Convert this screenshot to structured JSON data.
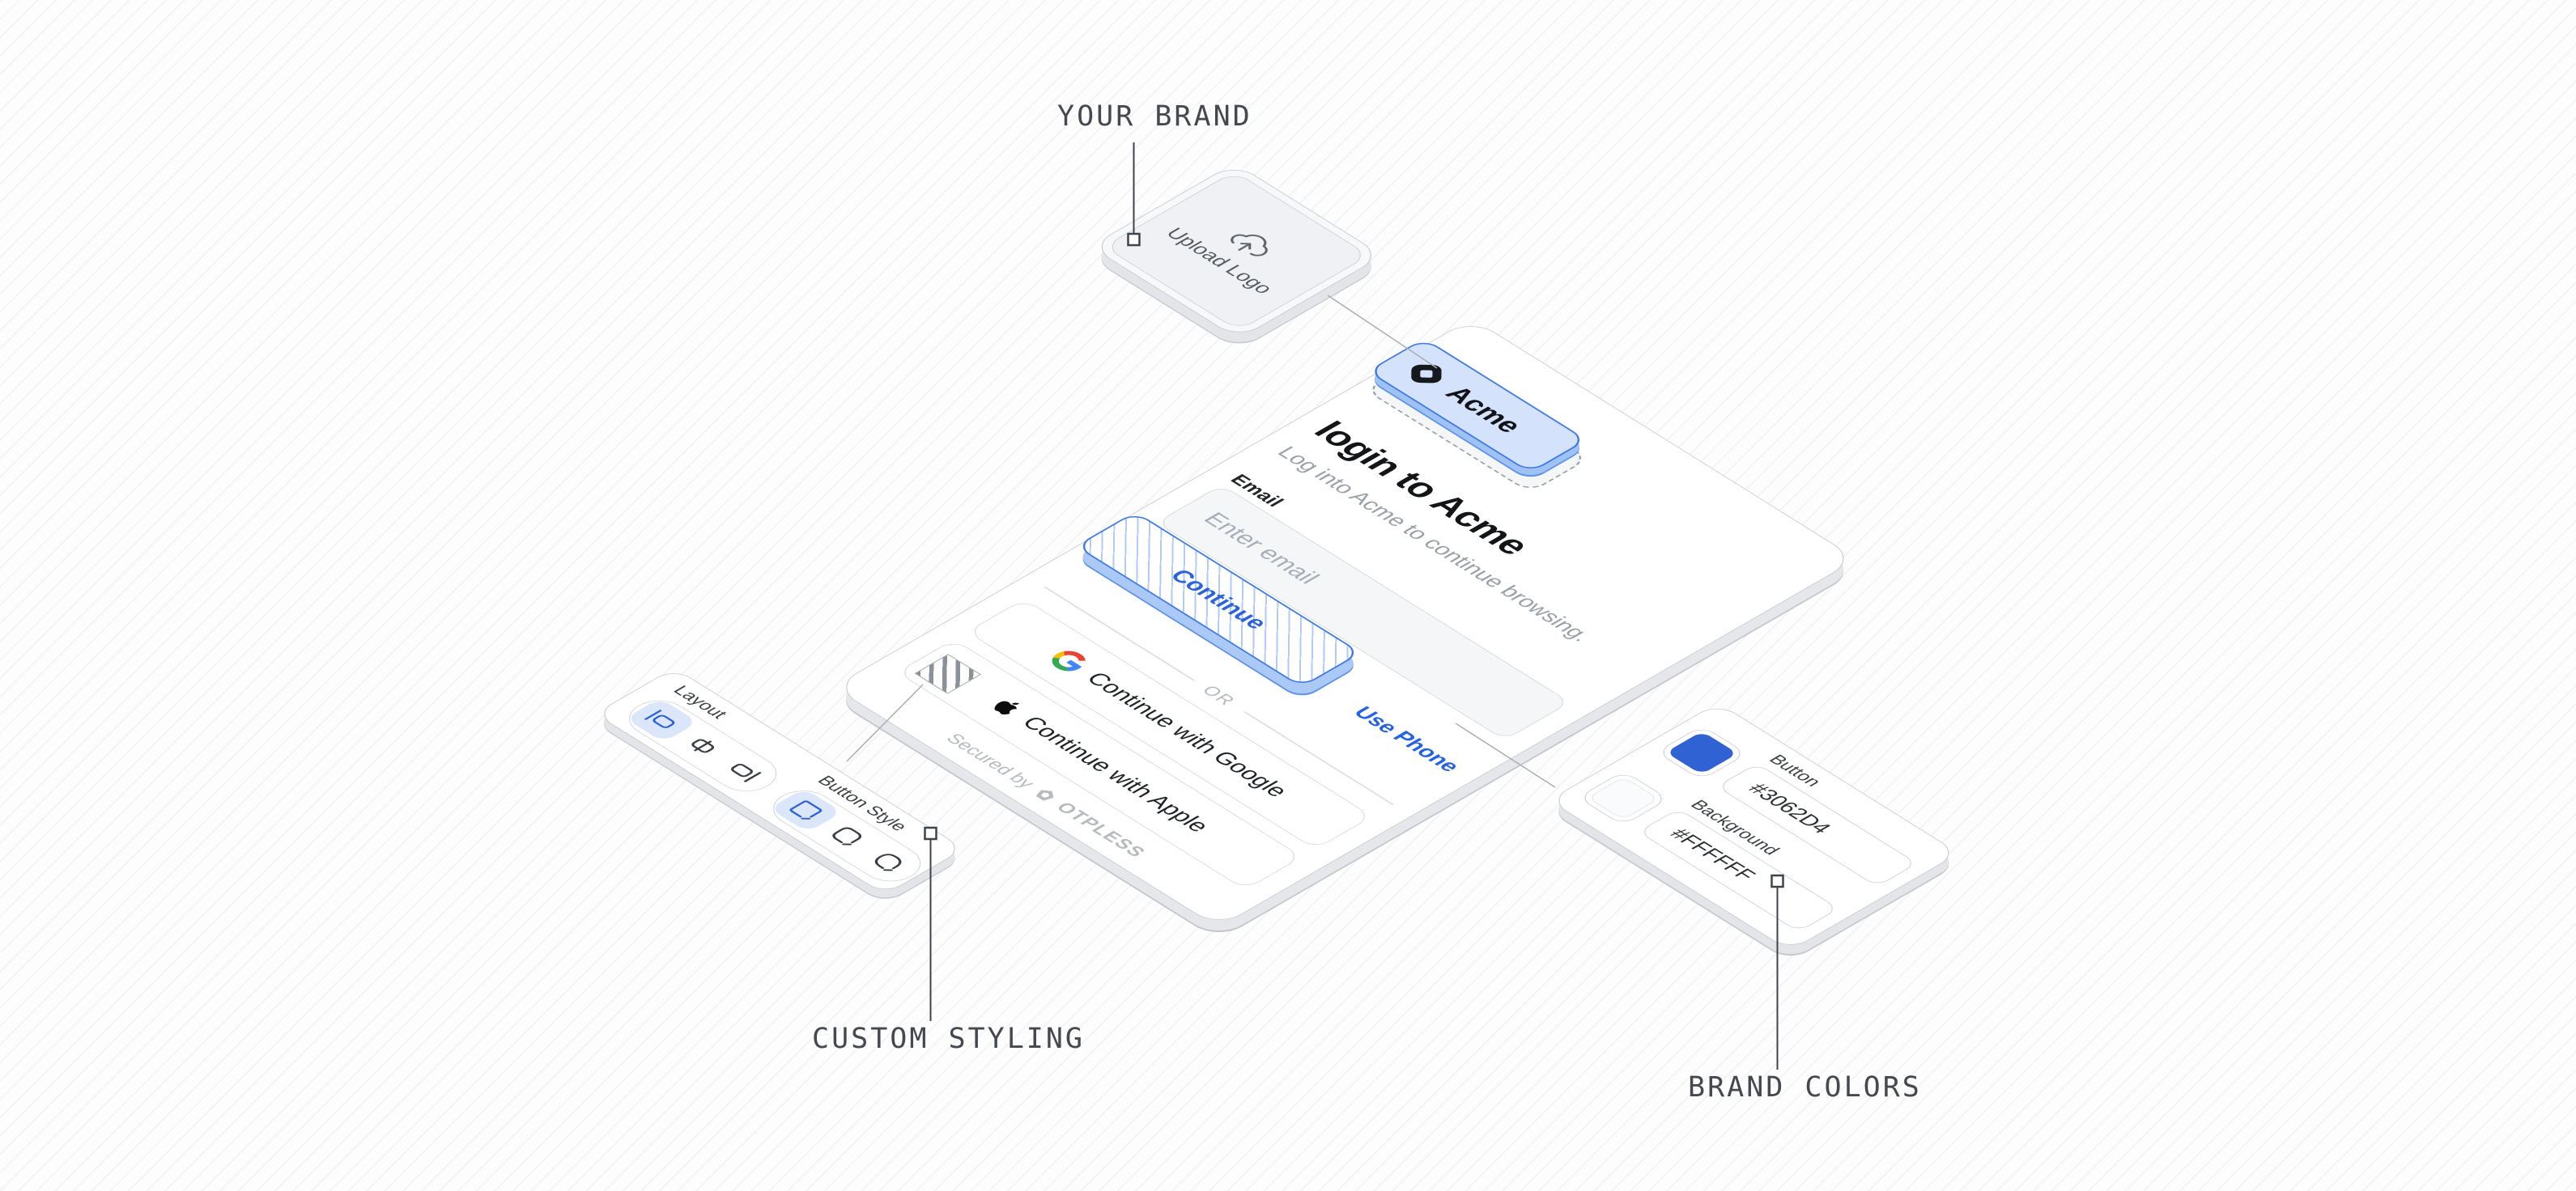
{
  "annotations": {
    "your_brand": "YOUR BRAND",
    "custom_styling": "CUSTOM STYLING",
    "brand_colors": "BRAND COLORS"
  },
  "upload_card": {
    "label": "Upload Logo"
  },
  "login_widget": {
    "brand_name": "Acme",
    "title": "login to Acme",
    "subtitle": "Log into Acme to continue browsing.",
    "email": {
      "label": "Email",
      "placeholder": "Enter email"
    },
    "continue_label": "Continue",
    "use_phone_label": "Use Phone",
    "divider": "OR",
    "social": {
      "google": "Continue with Google",
      "apple": "Continue with Apple"
    },
    "footer": {
      "prefix": "Secured by",
      "brand": "OTPLESS"
    }
  },
  "styling_panel": {
    "layout": {
      "label": "Layout",
      "options": [
        "align-left",
        "align-center",
        "align-right"
      ],
      "selected": "align-left"
    },
    "button_style": {
      "label": "Button Style",
      "options": [
        "square",
        "rounded",
        "pill"
      ],
      "selected": "square"
    }
  },
  "colors_panel": {
    "button": {
      "label": "Button",
      "hex": "#3062D4"
    },
    "background": {
      "label": "Background",
      "hex": "#FFFFFF"
    }
  },
  "colors": {
    "accent": "#3062D4",
    "chip_fill": "#D4E3FB",
    "chip_border": "#3E79E3",
    "background": "#FFFFFF"
  }
}
